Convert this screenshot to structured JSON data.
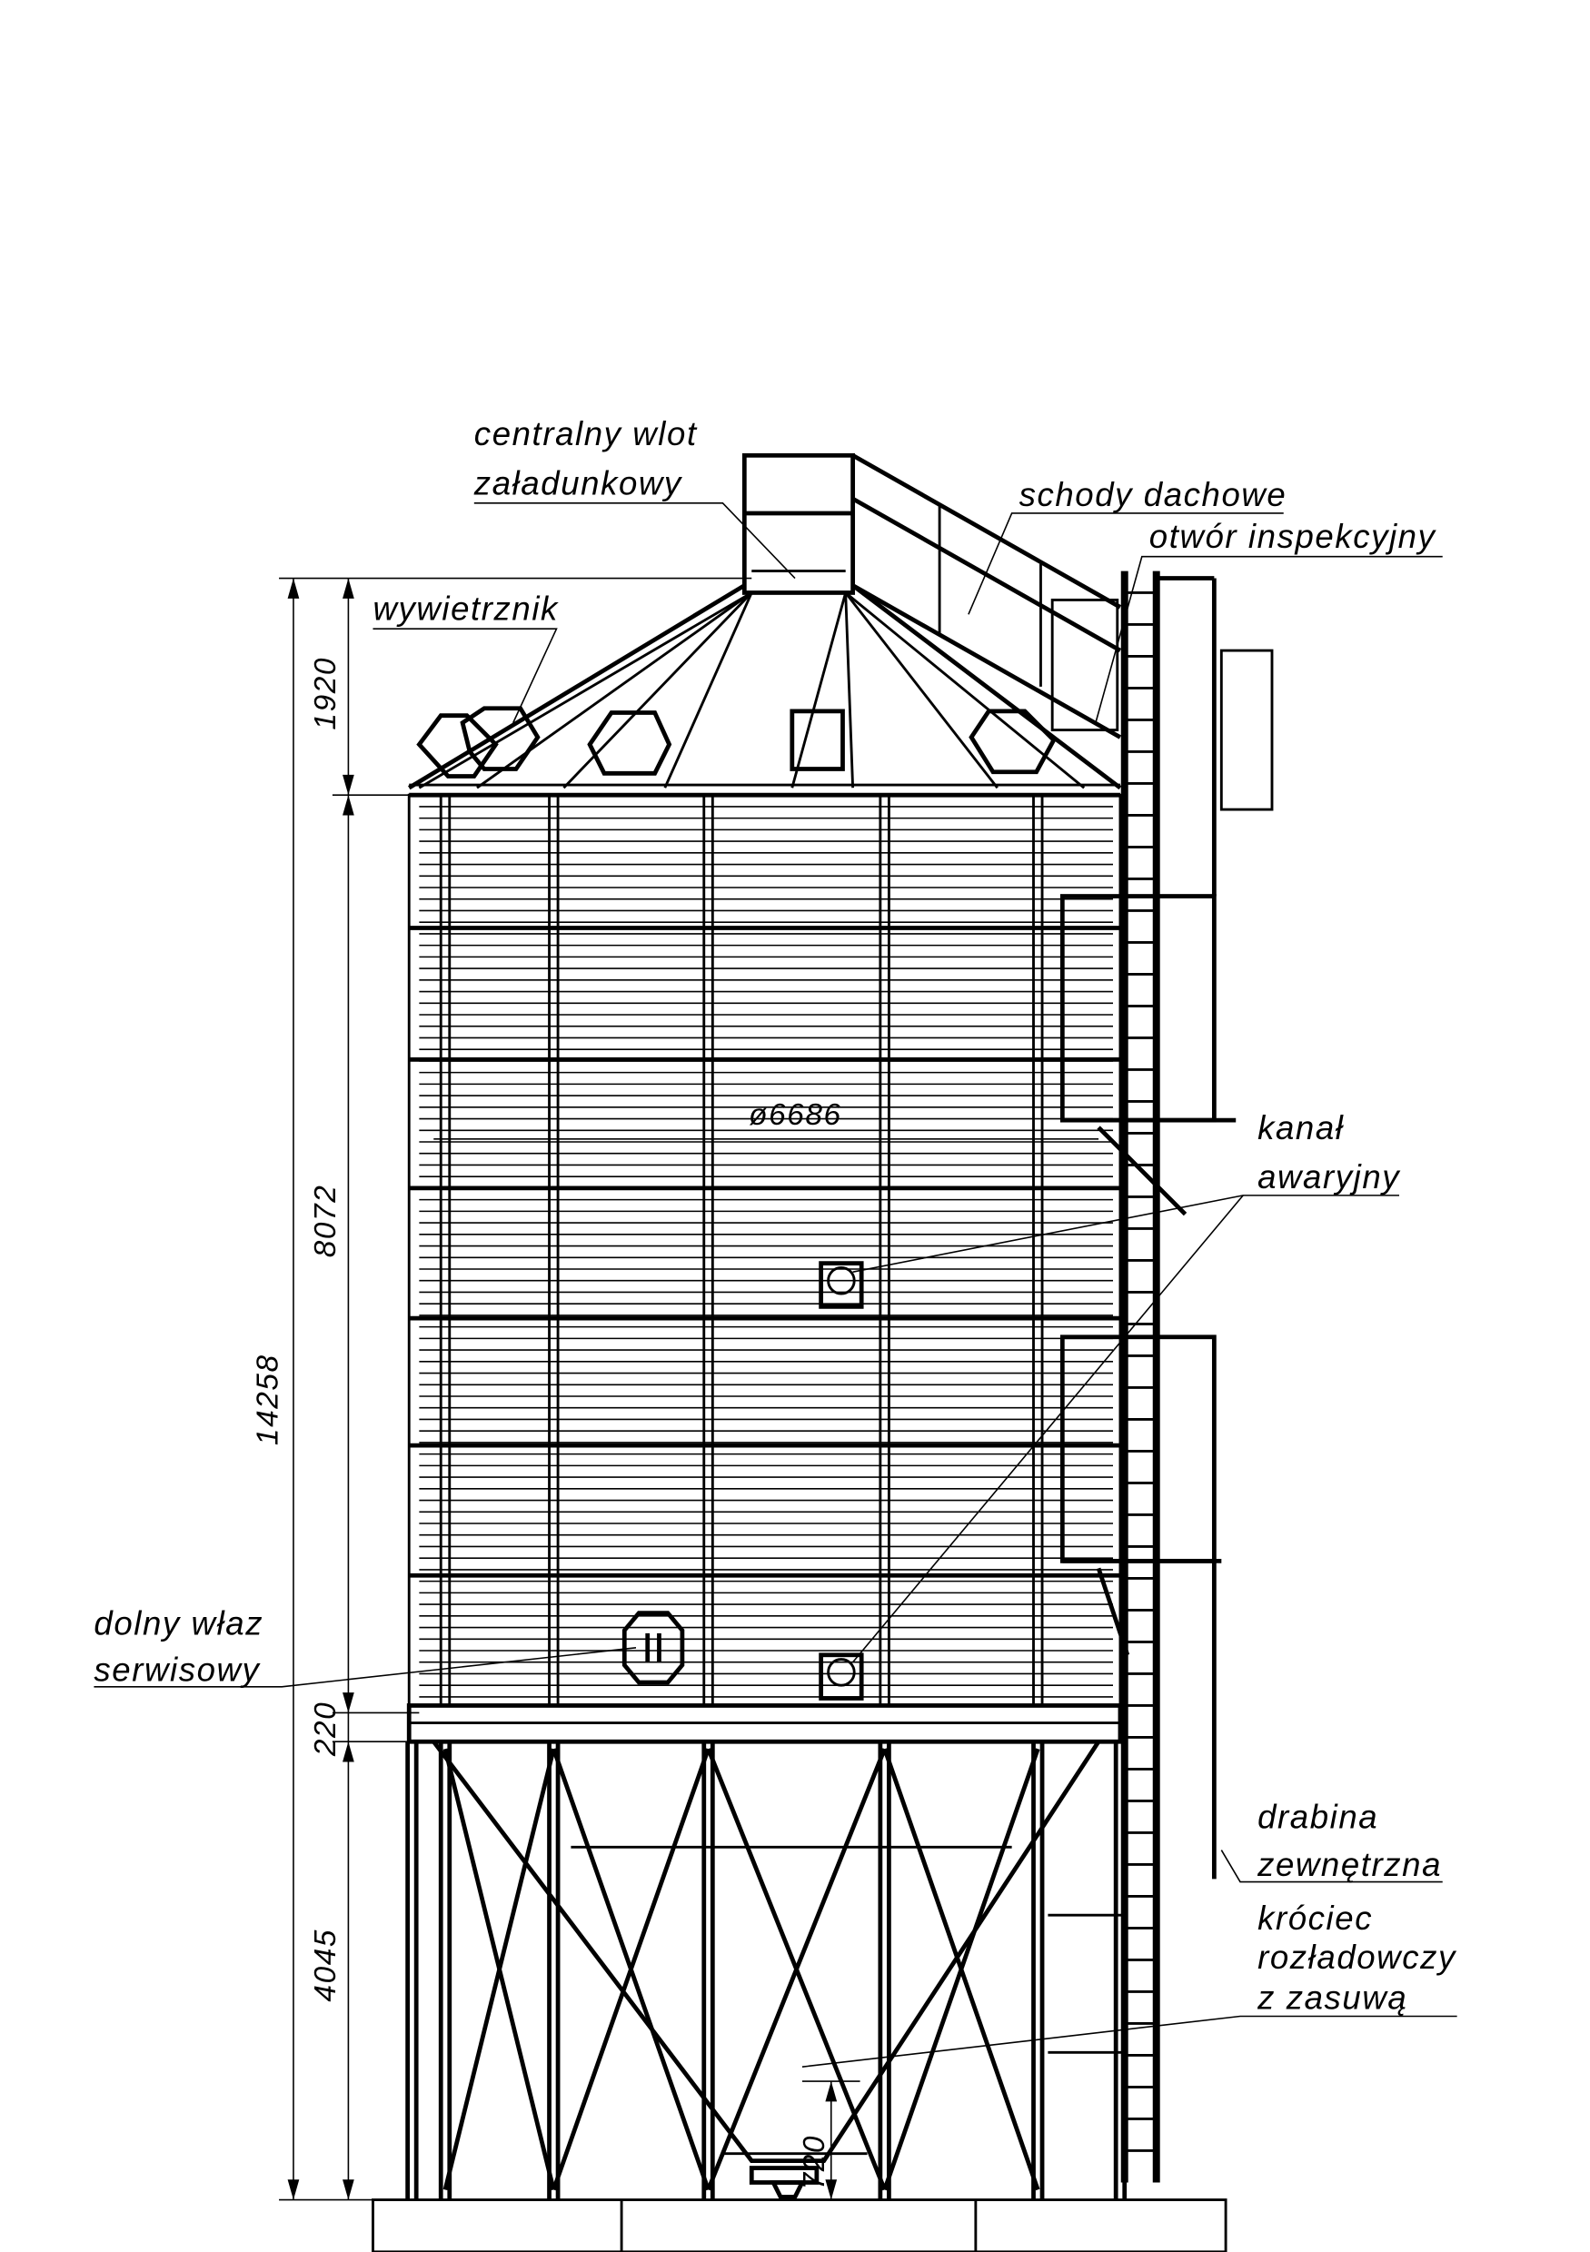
{
  "drawing": {
    "labels": {
      "inlet_line1": "centralny wlot",
      "inlet_line2": "załadunkowy",
      "vent": "wywietrznik",
      "roof_stairs": "schody dachowe",
      "inspection": "otwór inspekcyjny",
      "emergency_line1": "kanał",
      "emergency_line2": "awaryjny",
      "manhole_line1": "dolny właz",
      "manhole_line2": "serwisowy",
      "ladder_line1": "drabina",
      "ladder_line2": "zewnętrzna",
      "outlet_line1": "króciec",
      "outlet_line2": "rozładowczy",
      "outlet_line3": "z zasuwą"
    },
    "dimensions": {
      "total_height": "14258",
      "roof_height": "1920",
      "body_height": "8072",
      "ring_height": "220",
      "support_height": "4045",
      "outlet_height": "720",
      "diameter": "ø6686"
    }
  }
}
